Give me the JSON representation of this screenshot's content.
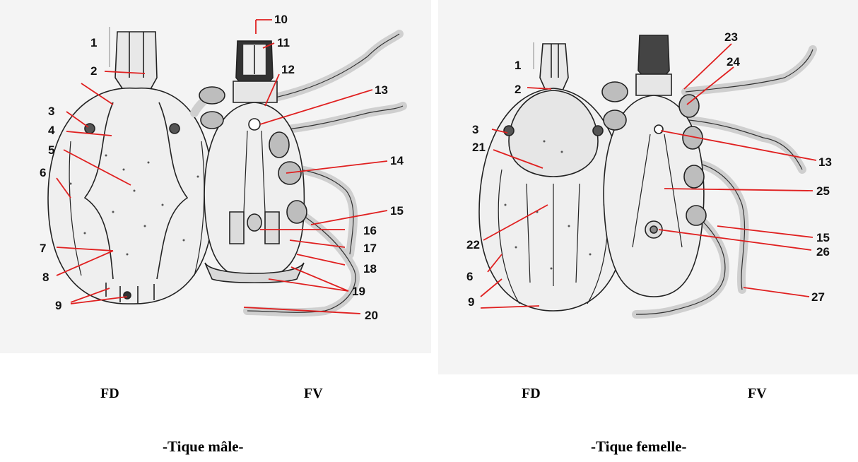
{
  "figures": {
    "male": {
      "dorsal_label": "FD",
      "ventral_label": "FV",
      "caption": "-Tique mâle-",
      "callouts": [
        "1",
        "2",
        "3",
        "4",
        "5",
        "6",
        "7",
        "8",
        "9",
        "10",
        "11",
        "12",
        "13",
        "14",
        "15",
        "16",
        "17",
        "18",
        "19",
        "20"
      ]
    },
    "female": {
      "dorsal_label": "FD",
      "ventral_label": "FV",
      "caption": "-Tique femelle-",
      "callouts": [
        "1",
        "2",
        "3",
        "21",
        "22",
        "6",
        "9",
        "23",
        "24",
        "13",
        "25",
        "15",
        "26",
        "27"
      ]
    }
  },
  "colors": {
    "leader_line": "#e02020",
    "ink": "#222222",
    "paper": "#f4f4f4"
  }
}
